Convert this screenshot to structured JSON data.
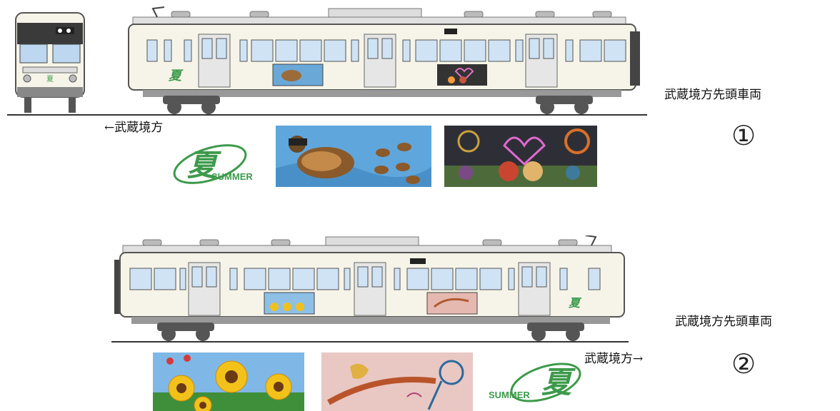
{
  "set1": {
    "heading": "武蔵境方先頭車両",
    "number": "①",
    "direction": "←武蔵境方",
    "logo_kanji": "夏",
    "logo_text": "SUMMER"
  },
  "set2": {
    "heading": "武蔵境方先頭車両",
    "number": "②",
    "direction": "武蔵境方→",
    "logo_kanji": "夏",
    "logo_text": "SUMMER"
  },
  "colors": {
    "car_body": "#f6f4e8",
    "window_blue": "#cfe3f5",
    "logo_green": "#3d9a4b",
    "bogie": "#555555"
  }
}
